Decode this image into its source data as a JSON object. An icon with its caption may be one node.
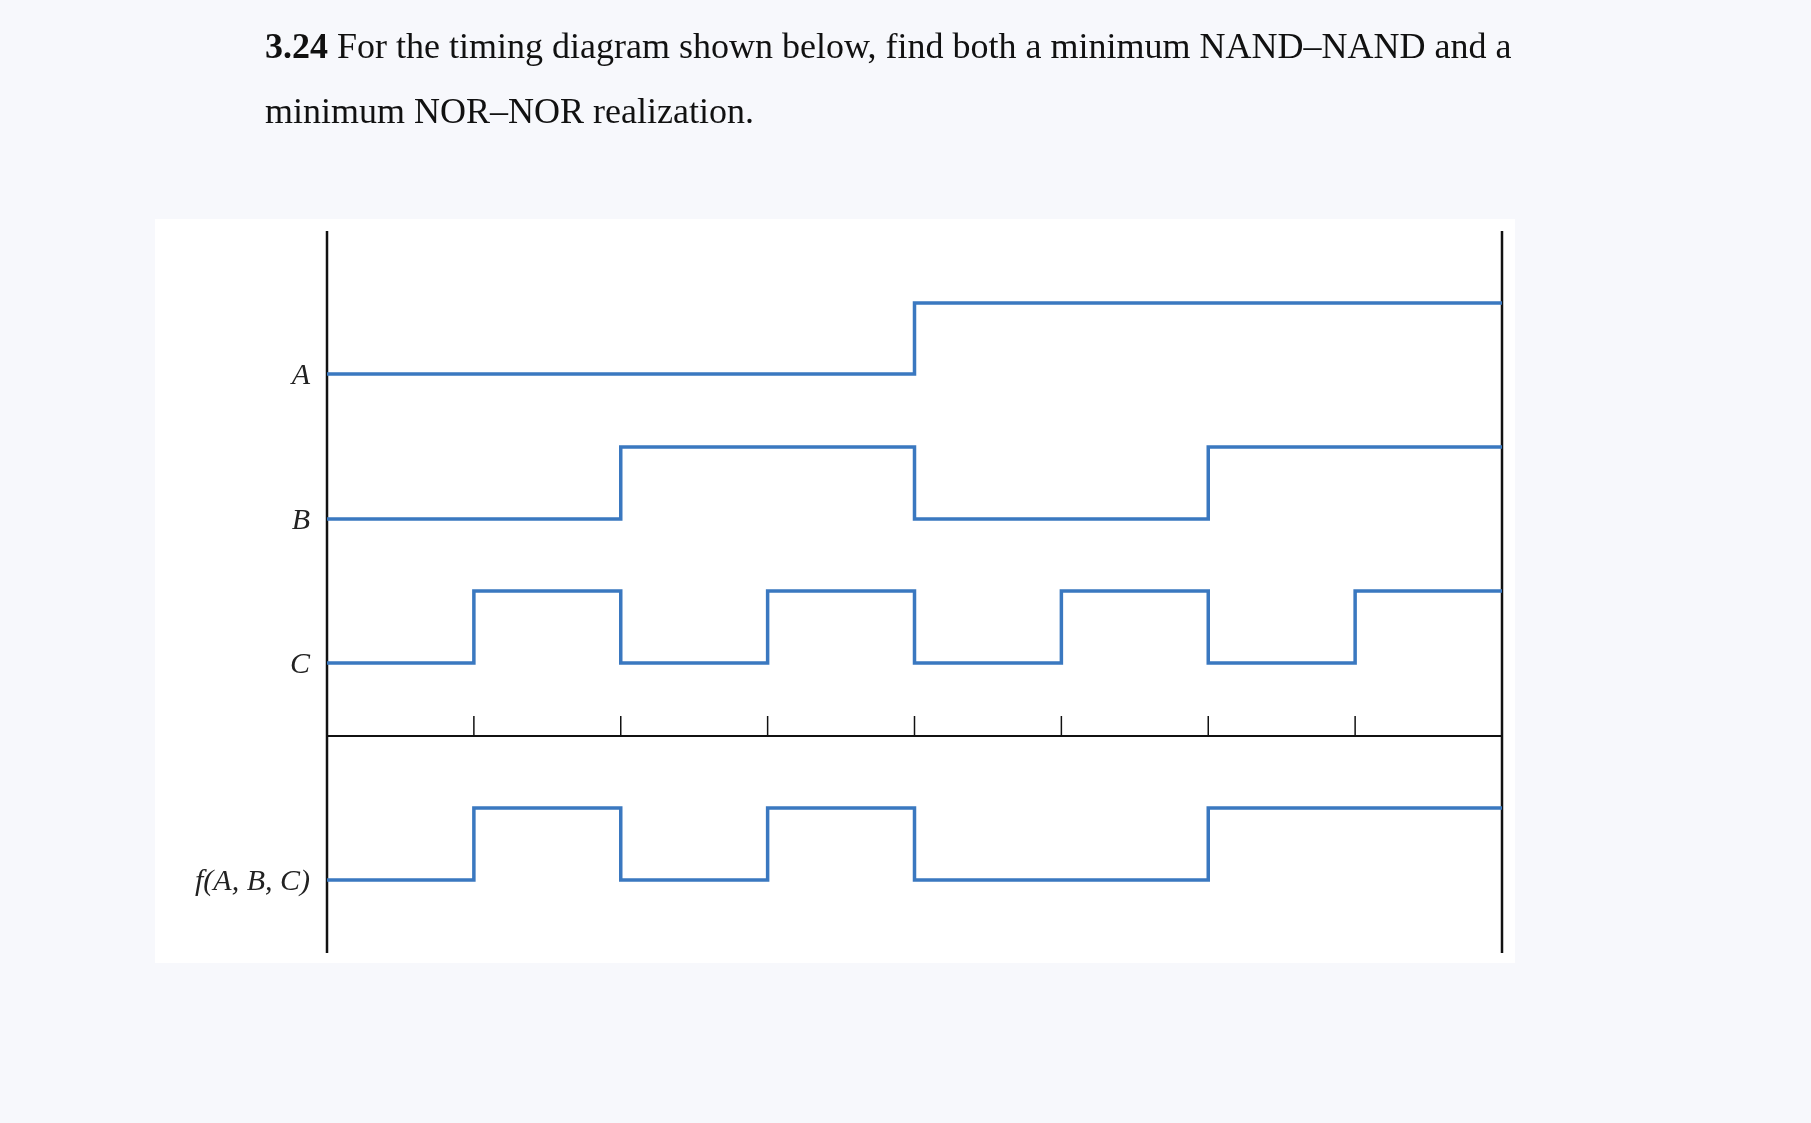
{
  "diagram": {
    "title": "**3.24** For the timing diagram shown below, find both a minimum NAND–NAND and a minimum NOR–NOR realization.",
    "labels": [
      "A",
      "B",
      "C",
      "f(A, B, C)"
    ]
  }
}
